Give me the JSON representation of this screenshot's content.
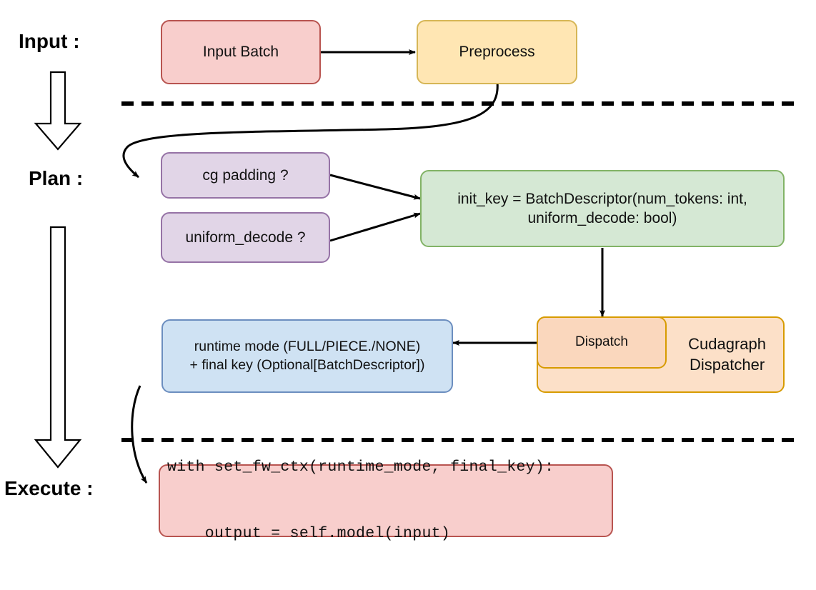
{
  "stages": [
    {
      "label": "Input :"
    },
    {
      "label": "Plan :"
    },
    {
      "label": "Execute :"
    }
  ],
  "nodes": {
    "input_batch": {
      "label": "Input Batch",
      "color": "#f8cecc",
      "border": "#b85450"
    },
    "preprocess": {
      "label": "Preprocess",
      "color": "#ffe6b3",
      "border": "#d6b656"
    },
    "cg_padding": {
      "label": "cg padding ?",
      "color": "#e1d5e7",
      "border": "#9673a6"
    },
    "uniform_decode": {
      "label": "uniform_decode ?",
      "color": "#e1d5e7",
      "border": "#9673a6"
    },
    "init_key": {
      "line1": "init_key = BatchDescriptor(num_tokens: int,",
      "line2": "uniform_decode: bool)",
      "color": "#d5e8d4",
      "border": "#82b366"
    },
    "cudagraph_dispatcher": {
      "line1": "Cudagraph",
      "line2": "Dispatcher",
      "color": "#fce0c8",
      "border": "#d79b00"
    },
    "dispatch": {
      "label": "Dispatch",
      "color": "#fad7bd",
      "border": "#d79b00"
    },
    "runtime_mode": {
      "line1": "runtime mode (FULL/PIECE./NONE)",
      "line2": "+ final key (Optional[BatchDescriptor])",
      "color": "#cfe2f3",
      "border": "#6c8ebf"
    },
    "execute_code": {
      "line1": "with set_fw_ctx(runtime_mode, final_key):",
      "line2": "    output = self.model(input)",
      "color": "#f8cecc",
      "border": "#b85450"
    }
  },
  "connectors": [
    {
      "name": "input-batch-to-preprocess",
      "kind": "straight-arrow"
    },
    {
      "name": "preprocess-to-cg-padding",
      "kind": "curved-arrow"
    },
    {
      "name": "cg-padding-to-init-key",
      "kind": "straight-arrow"
    },
    {
      "name": "uniform-decode-to-init-key",
      "kind": "straight-arrow"
    },
    {
      "name": "init-key-to-dispatch",
      "kind": "straight-arrow"
    },
    {
      "name": "dispatch-to-runtime-mode",
      "kind": "straight-arrow"
    },
    {
      "name": "runtime-mode-to-execute-code",
      "kind": "curved-arrow"
    }
  ],
  "dividers": [
    {
      "name": "input-plan-divider",
      "style": "dashed"
    },
    {
      "name": "plan-execute-divider",
      "style": "dashed"
    }
  ],
  "flow_arrows": [
    {
      "name": "input-to-plan-block-arrow",
      "direction": "down"
    },
    {
      "name": "plan-to-execute-block-arrow",
      "direction": "down"
    }
  ]
}
